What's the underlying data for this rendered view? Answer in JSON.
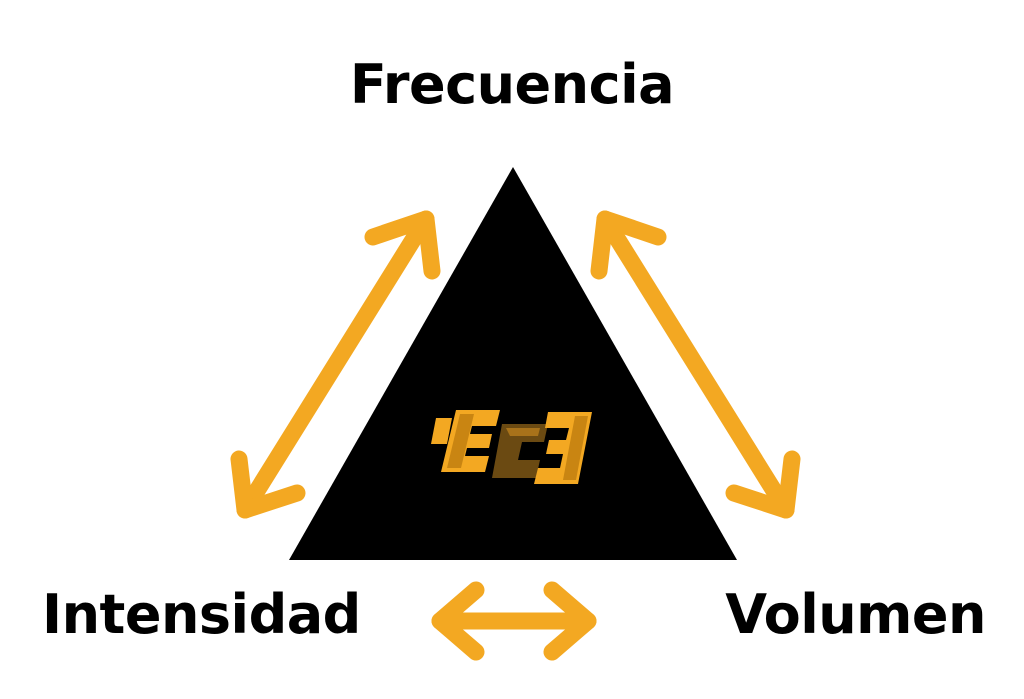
{
  "labels": {
    "top": "Frecuencia",
    "left": "Intensidad",
    "right": "Volumen"
  },
  "colors": {
    "triangle": "#000000",
    "arrows": "#F3A822",
    "logo_primary": "#F3A822",
    "logo_dark": "#6b4a12"
  },
  "icons": {
    "logo": "brand-logo-icon",
    "arrows": "double-headed-arrow-icon"
  }
}
